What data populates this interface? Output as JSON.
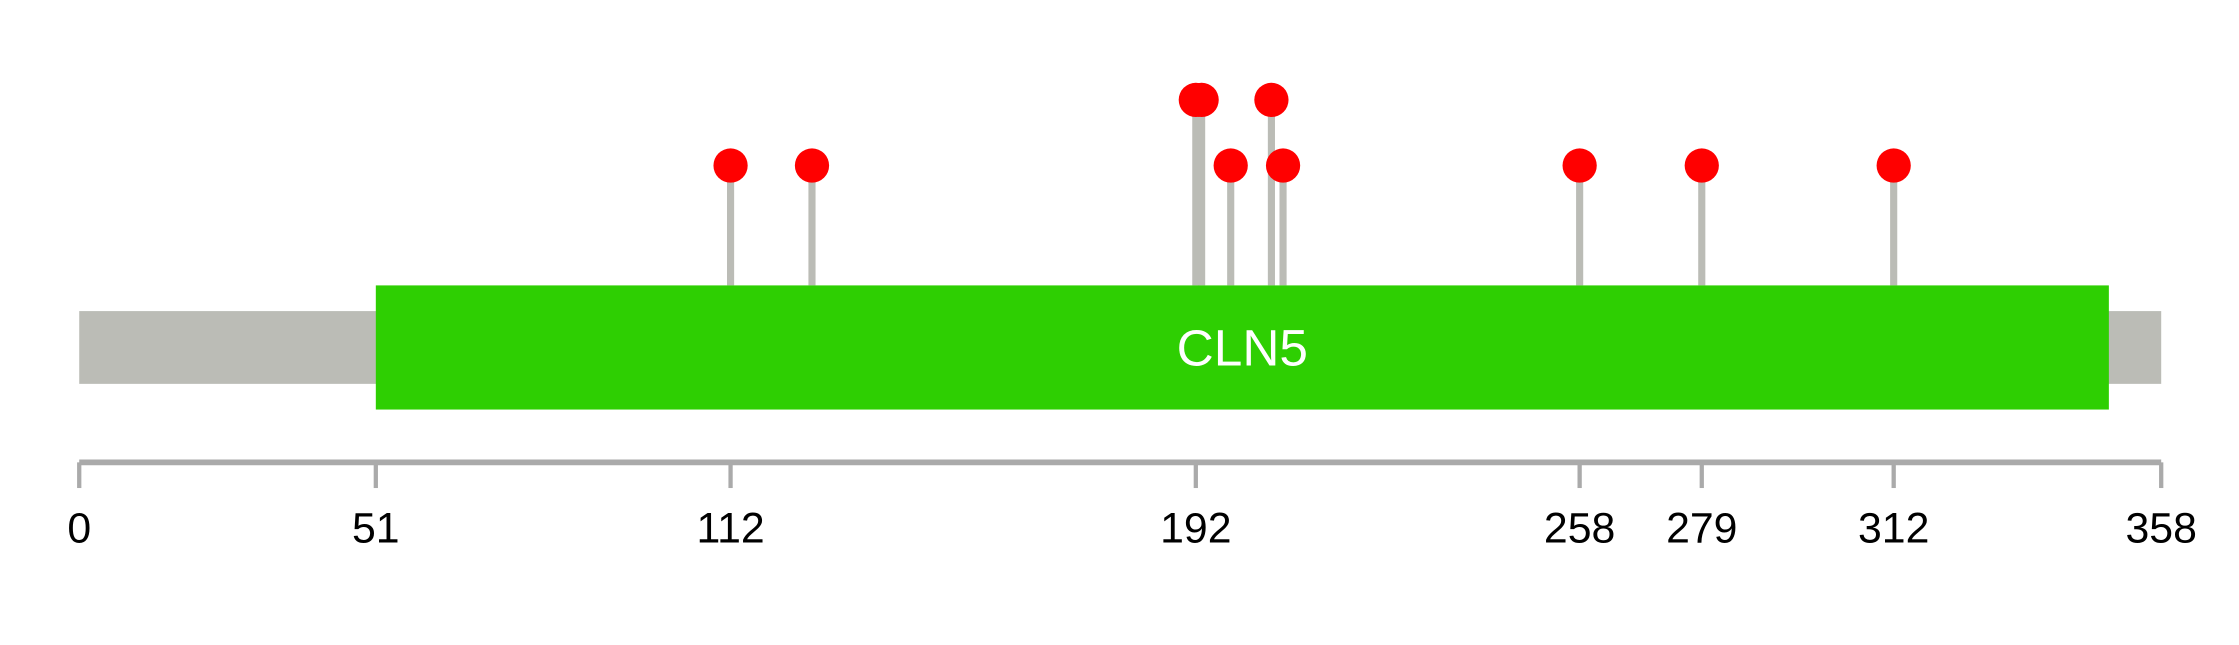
{
  "chart_data": {
    "type": "lollipop",
    "title": "",
    "protein_length": 358,
    "domains": [
      {
        "name": "CLN5",
        "start": 51,
        "end": 349,
        "color": "#2ECF02"
      }
    ],
    "backbone_color": "#BBBCB6",
    "mutation_color": "#FF0000",
    "mutations": [
      {
        "position": 112,
        "count": 1
      },
      {
        "position": 126,
        "count": 1
      },
      {
        "position": 192,
        "count": 2
      },
      {
        "position": 193,
        "count": 2
      },
      {
        "position": 198,
        "count": 1
      },
      {
        "position": 205,
        "count": 2
      },
      {
        "position": 207,
        "count": 1
      },
      {
        "position": 258,
        "count": 1
      },
      {
        "position": 279,
        "count": 1
      },
      {
        "position": 312,
        "count": 1
      }
    ],
    "x_ticks": [
      "0",
      "51",
      "112",
      "192",
      "258",
      "279",
      "312",
      "358"
    ],
    "xlim": [
      0,
      358
    ]
  }
}
